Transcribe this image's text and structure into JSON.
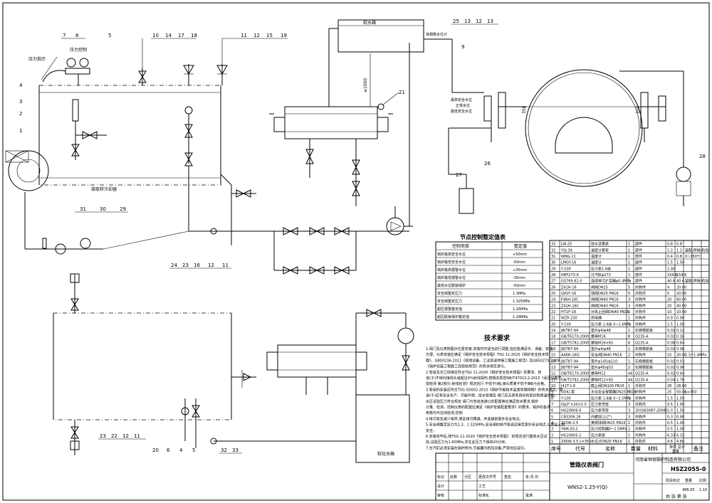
{
  "callouts_top": [
    "7",
    "8",
    "5",
    "10",
    "14",
    "17",
    "18",
    "11",
    "12",
    "15",
    "19"
  ],
  "callouts_left": [
    "4",
    "3",
    "2",
    "1"
  ],
  "callouts_mid": [
    "31",
    "30",
    "29",
    "24",
    "23",
    "16",
    "12",
    "11",
    "21"
  ],
  "callouts_right_top": [
    "25",
    "13",
    "12",
    "13",
    "9",
    "26",
    "27",
    "28"
  ],
  "callouts_bottom": [
    "23",
    "22",
    "12",
    "11",
    "20",
    "6",
    "4",
    "5",
    "32",
    "33"
  ],
  "labels": {
    "pressure_gauge": "压力指示",
    "pressure_control": "压力控制",
    "drain_outlet": "接取样冷却器",
    "softener_tank": "软水箱",
    "level_gauge_flow": "液相蒸水位计",
    "high_safety": "最高安全水位",
    "normal_level": "正常水位",
    "low_safety": "最低安全水位",
    "softener": "软化水箱",
    "dim_1000": "≥1000",
    "dim_350": "350",
    "dim_350b": "350"
  },
  "control_table": {
    "title": "节点控制整定值表",
    "headers": [
      "控制项目",
      "整定值"
    ],
    "rows": [
      [
        "锅炉最高安全水位",
        "+50mm"
      ],
      [
        "锅炉最低安全水位",
        "-50mm"
      ],
      [
        "锅炉最高报警水位",
        "+35mm"
      ],
      [
        "锅炉最低报警水位",
        "-35mm"
      ],
      [
        "最低水位联锁保护",
        "-50mm"
      ],
      [
        "安全阀整定压力",
        "1.3MPa"
      ],
      [
        "安全阀整定压力",
        "1.325MPa"
      ],
      [
        "超压报警整定值",
        "1.26MPa"
      ],
      [
        "超压联锁保护整定值",
        "1.28MPa"
      ]
    ]
  },
  "tech_req": {
    "title": "技术要求",
    "lines": [
      "1.阀门及仪表按图示位置安装,安装时可适当进行调整,但应能满足手、误差、安装",
      "方便。仪表安装应满足《锅炉安全技术规程》TSG 11-2020《锅炉安全技术规",
      "程》、GB50236-2011《现场设备、工业管道焊接工程施工规范》及GB50273-2009",
      "《锅炉安装工程施工及验收规范》的有关规定进行。",
      "2.管道及法兰焊接应符合TSG 11-2020《锅炉安全技术规程》的要求。管",
      "道(子)不得对接焊头缝超过4%射线探伤,按相关规范NB/T47013.2-2015《承压设备无",
      "损检测 第2部分:射线检测》规定执行 不低于II级,接头质量不低于Ⅲ级为合格。",
      "3.管道的安装应符合TSG G0002-2010《锅炉节能技术监督管理规程》的有关规定。管",
      "道(子)应有安全生产、节能环保、给水管理及 阀门应无其有良好的密封和保温性能。",
      "水压试验压力符合规定 阀门与管道连接口的配置等应满足技术要求,锅炉",
      "计量、检测、控制仪表的配置应满足《锅炉安装配置要求》的要求。锅炉的各项",
      "参数均可在线检测,控制",
      "4.排污管及减少噪声,保证排污畅通。并连接到室外安全地点。",
      "5.安全阀整定压力为1.3、1.325MPa,安全阀的排汽管道应接至室外安全地点,以保证人员",
      "安全。",
      "6.安装完毕后,按TSG 11-2020《锅炉安全技术规程》 的规定进行整体水压试",
      "验,试验压力为1.65MPa,并在此压力下保持20分钟。",
      "7.台汽缸必须安装在锅炉房内,节能器为附压设备,严禁在压运行。"
    ]
  },
  "bom": {
    "rows": [
      [
        "33",
        "LW-25",
        "给水流量表",
        "1",
        "",
        "",
        "部件",
        "0.8",
        "0.8",
        "",
        ""
      ],
      [
        "32",
        "YSJ-39",
        "温度计套管",
        "1",
        "",
        "",
        "部件",
        "1.2",
        "1.2",
        "装配,焊接,机加",
        ""
      ],
      [
        "31",
        "WNG-11",
        "温度计",
        "1",
        "",
        "",
        "部件",
        "0.4",
        "0.8",
        "0~150℃",
        ""
      ],
      [
        "30",
        "LMGY-16",
        "温度计",
        "1",
        "",
        "",
        "部件",
        "1.5",
        "1.50",
        "",
        ""
      ],
      [
        "29",
        "Y-100",
        "压力表1.6级",
        "1",
        "",
        "",
        "部件",
        "1.00",
        "",
        "",
        ""
      ],
      [
        "28",
        "HRF273-0",
        "分汽缸φ273",
        "1",
        "",
        "",
        "部件",
        "154.6",
        "154.6",
        "",
        ""
      ],
      [
        "27",
        "GS769.82-0",
        "连续排污扩容器φ0.4MPa",
        "1",
        "",
        "",
        "部件",
        "40.6",
        "40.6",
        "装配,焊接,机加",
        ""
      ],
      [
        "26",
        "Z41H-16",
        "闸阀DN15",
        "5",
        "",
        "",
        "外购件",
        "4",
        "20.00",
        "",
        ""
      ],
      [
        "25",
        "Q41F-16",
        "球阀DN25 PN16",
        "5",
        "",
        "",
        "外购件",
        "5",
        "20.00",
        "",
        ""
      ],
      [
        "24",
        "F46H-16C",
        "闸阀DN40 PN16",
        "3",
        "",
        "",
        "外购件",
        "20",
        "60.00",
        "",
        ""
      ],
      [
        "23",
        "Z41H-16C",
        "闸阀DN40 PN16",
        "3",
        "",
        "",
        "外购件",
        "20",
        "40.00",
        "",
        ""
      ],
      [
        "22",
        "H71F-16",
        "对夹止回阀DN40 PN16",
        "1",
        "",
        "",
        "外购件",
        "10",
        "10.00",
        "",
        ""
      ],
      [
        "21",
        "WZP-230",
        "热电偶",
        "1",
        "",
        "",
        "外购件",
        "0.9",
        "0.90",
        "",
        ""
      ],
      [
        "20",
        "Y-100",
        "压力表 1.6级 0~1.6MPa",
        "1",
        "",
        "",
        "外购件",
        "1.5",
        "1.50",
        "",
        ""
      ],
      [
        "19",
        "JB/T87-94",
        "垫片φ4/φ48",
        "1",
        "",
        "",
        "石棉橡胶板",
        "0.02",
        "0.12",
        "",
        ""
      ],
      [
        "18",
        "GB/T6170-2000",
        "螺母M16",
        "8",
        "",
        "",
        "Q235-A",
        "0.02",
        "0.16",
        "",
        ""
      ],
      [
        "17",
        "GB/T5782-2000",
        "螺栓M16×65",
        "8",
        "",
        "",
        "Q235-A",
        "0.08",
        "0.64",
        "",
        ""
      ],
      [
        "16",
        "JB/T87-94",
        "垫片φ4/φ48",
        "1",
        "",
        "",
        "石棉橡胶板",
        "0.02",
        "0.06",
        "",
        ""
      ],
      [
        "15",
        "A46H-16Q",
        "安全阀DN40 PN16",
        "2",
        "",
        "",
        "外购件",
        "10",
        "20.00",
        "1.3~1.4MPa",
        ""
      ],
      [
        "14",
        "JB/T87-94",
        "垫片φ145/φ110",
        "1",
        "",
        "",
        "石棉橡胶板",
        "0.02",
        "0.03",
        "",
        ""
      ],
      [
        "13",
        "JB/T87-94",
        "垫片φ45/φ33",
        "2",
        "",
        "",
        "石棉橡胶板",
        "0.02",
        "0.06",
        "",
        ""
      ],
      [
        "12",
        "GB/T6170-2000",
        "螺母M12",
        "44",
        "",
        "",
        "Q235-A",
        "0.02",
        "0.44",
        "",
        ""
      ],
      [
        "11",
        "GB/T5782-2000",
        "螺栓M12×65",
        "44",
        "",
        "",
        "Q235-A",
        "0.04",
        "1.76",
        "",
        ""
      ],
      [
        "10",
        "J41T-1.6",
        "截止阀DN100 PN16",
        "1",
        "",
        "",
        "外购件",
        "28",
        "28.00",
        "",
        ""
      ],
      [
        "9",
        "UGK/-型",
        "水位安全报警器DN25 PN16",
        "2",
        "",
        "",
        "外购件",
        "25",
        "50.00",
        "L=350",
        ""
      ],
      [
        "8",
        "Y-100",
        "压力表 1.6级 0~2.5MPa",
        "1",
        "",
        "",
        "外购件",
        "1.5",
        "1.50",
        "",
        ""
      ],
      [
        "7",
        "ISJ/2\"×20×1.5",
        "压力表弯管",
        "3",
        "",
        "",
        "外购件",
        "0.5",
        "1.50",
        "",
        ""
      ],
      [
        "6",
        "HG20606-6",
        "压力表弯管",
        "3",
        "",
        "",
        "20(GB3087-2008)",
        "1.0",
        "1.50",
        "",
        ""
      ],
      [
        "5",
        "CB3306.26",
        "内螺纹(1/2\")",
        "3",
        "",
        "",
        "外购件",
        "0.3",
        "0.90",
        "",
        ""
      ],
      [
        "4",
        "Z15W-2.5",
        "黄铜球阀DN15 PN16",
        "2",
        "",
        "",
        "外购件",
        "0.5",
        "1.00",
        "",
        ""
      ],
      [
        "3",
        "YWK-50-C",
        "压力控制器0~2.5MPa",
        "2",
        "",
        "",
        "外购件",
        "0.5",
        "1.00",
        "",
        ""
      ],
      [
        "2",
        "HG20605-1",
        "压力表管",
        "1",
        "",
        "",
        "外购件",
        "6.33",
        "6.33",
        "",
        ""
      ],
      [
        "1",
        "Z45W-3.5 L=350",
        "水位计DN25 PN16",
        "1",
        "",
        "",
        "外购件",
        "4.6",
        "4.60",
        "",
        ""
      ]
    ],
    "header": [
      "序号",
      "代号",
      "名称",
      "数量",
      "材料",
      "单件",
      "总计",
      "备注"
    ],
    "header_sub": "重量"
  },
  "title_block": {
    "company": "河南省恒锐锅炉制造有限公司",
    "drawing_title": "管路仪表阀门",
    "drawing_no": "HSZ2055-0",
    "model": "WNS2-1.25-Y(Q)",
    "scale": "1:10",
    "row_labels": [
      "标记",
      "处数",
      "分区",
      "更改文件号",
      "签名",
      "年.月.日"
    ],
    "role_labels": [
      "设计",
      "审核",
      "工艺",
      "标准化",
      "批准"
    ],
    "stage_labels": [
      "阶段标记",
      "重量",
      "比例"
    ],
    "weight": "488.05",
    "sheet_text": "共 张  第 张"
  }
}
